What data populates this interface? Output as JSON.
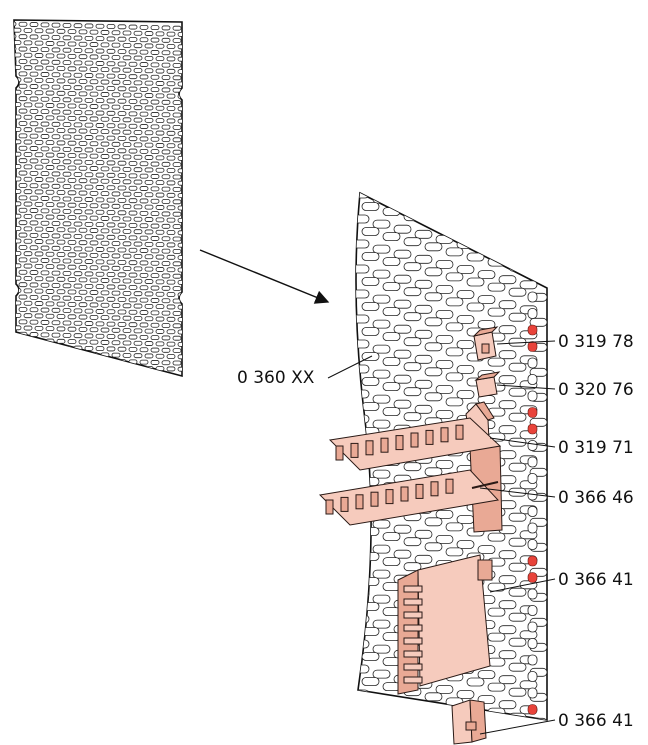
{
  "diagram": {
    "labels": [
      {
        "id": "plate",
        "text": "0 360 XX"
      },
      {
        "id": "clip-a",
        "text": "0 319 78"
      },
      {
        "id": "clip-b",
        "text": "0 320 76"
      },
      {
        "id": "clip-c",
        "text": "0 319 71"
      },
      {
        "id": "comb-top",
        "text": "0 366 46"
      },
      {
        "id": "comb-vertical",
        "text": "0 366 41"
      },
      {
        "id": "comb-bottom",
        "text": "0 366 41"
      }
    ],
    "colors": {
      "accessory_fill": "#f6cbbd",
      "accessory_shadow": "#e9a995",
      "mounting_hole": "#e8433a",
      "outline": "#111111"
    }
  }
}
